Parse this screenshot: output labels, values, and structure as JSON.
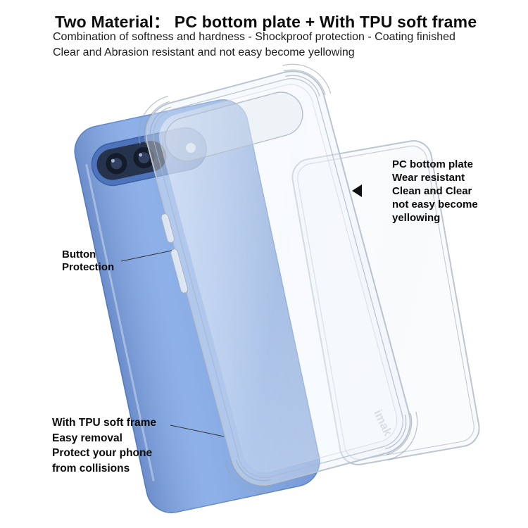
{
  "header": {
    "title": "Two Material：  PC bottom plate + With TPU soft frame",
    "subtitle_lines": [
      "Combination of softness and hardness - Shockproof protection - Coating finished",
      "Clear and Abrasion resistant and not easy become yellowing"
    ]
  },
  "annotations": {
    "button_protection": {
      "lines": [
        "Button",
        "Protection"
      ]
    },
    "pc_plate": {
      "lines": [
        "PC bottom plate",
        "Wear resistant",
        "Clean and Clear",
        "not easy become",
        "yellowing"
      ]
    },
    "tpu_frame": {
      "lines": [
        "With TPU soft frame",
        "Easy removal",
        "Protect your phone",
        "from collisions"
      ]
    }
  },
  "plate": {
    "logo": "imak"
  },
  "colors": {
    "phone_body": "#82a8e6",
    "phone_camera_bar": "#4d74bb",
    "camera_window": "#26334d",
    "lens": "#141c2a",
    "case_outline": "#b9c4d0",
    "text": "#0b0b0b"
  }
}
